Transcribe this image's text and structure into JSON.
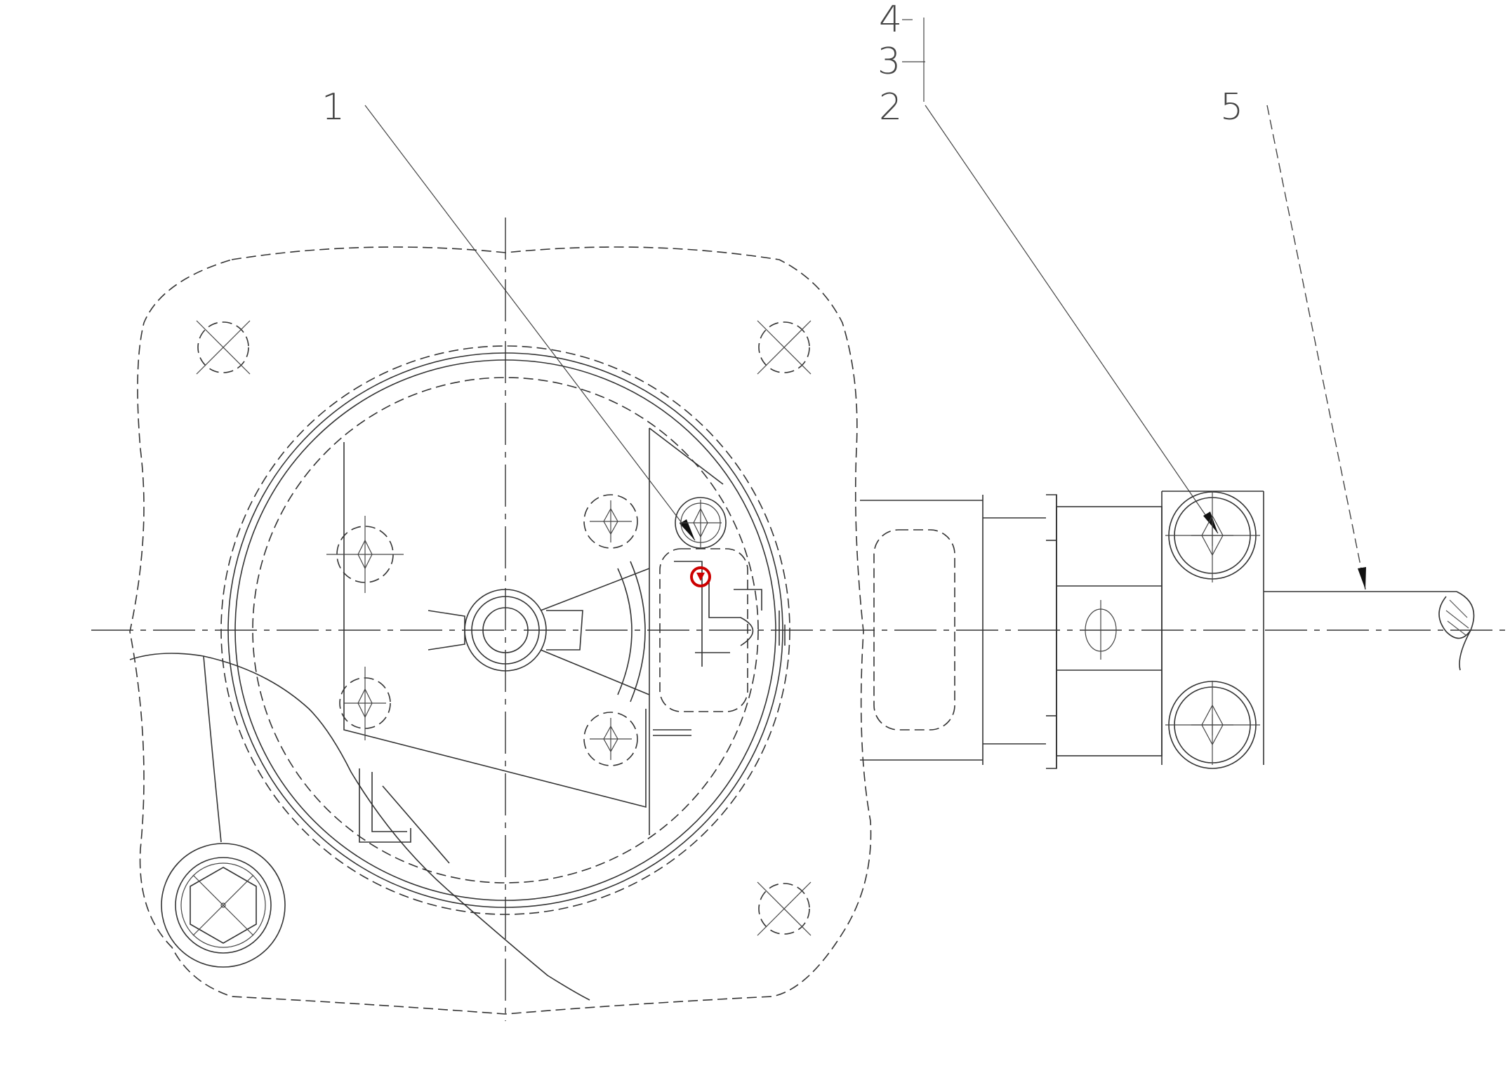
{
  "labels": {
    "part_1": "1",
    "part_2": "2",
    "part_3": "3",
    "part_4": "4",
    "part_5": "5"
  },
  "colors": {
    "line": "#333333",
    "marker": "#cc0000"
  }
}
